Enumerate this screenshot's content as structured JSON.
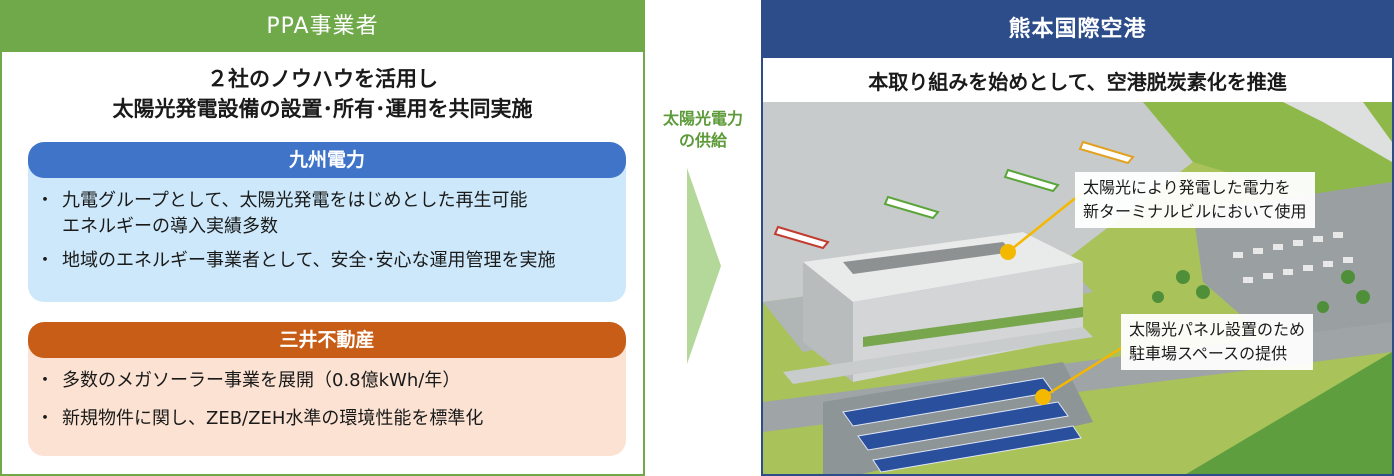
{
  "left_panel": {
    "header": "PPA事業者",
    "title_lines": [
      "２社のノウハウを活用し",
      "太陽光発電設備の設置･所有･運用を共同実施"
    ],
    "kyuden": {
      "header": "九州電力",
      "items": [
        "九電グループとして、太陽光発電をはじめとした再生可能",
        "エネルギーの導入実績多数",
        "地域のエネルギー事業者として、安全･安心な運用管理を実施"
      ]
    },
    "mitsui": {
      "header": "三井不動産",
      "items": [
        "多数のメガソーラー事業を展開（0.8億kWh/年）",
        "新規物件に関し、ZEB/ZEH水準の環境性能を標準化"
      ]
    }
  },
  "arrow": {
    "label_lines": [
      "太陽光電力",
      "の供給"
    ]
  },
  "right_panel": {
    "header": "熊本国際空港",
    "title": "本取り組みを始めとして、空港脱炭素化を推進",
    "callout_terminal": [
      "太陽光により発電した電力を",
      "新ターミナルビルにおいて使用"
    ],
    "callout_parking": [
      "太陽光パネル設置のため",
      "駐車場スペースの提供"
    ]
  },
  "colors": {
    "ppa_green": "#6fa94a",
    "airport_navy": "#2c4d8a",
    "kyuden_blue": "#3f74c8",
    "mitsui_orange": "#c75d16",
    "marker_yellow": "#f5b800"
  },
  "icons": [
    "right-arrow-icon",
    "airport-illustration",
    "marker-dot-icon"
  ]
}
